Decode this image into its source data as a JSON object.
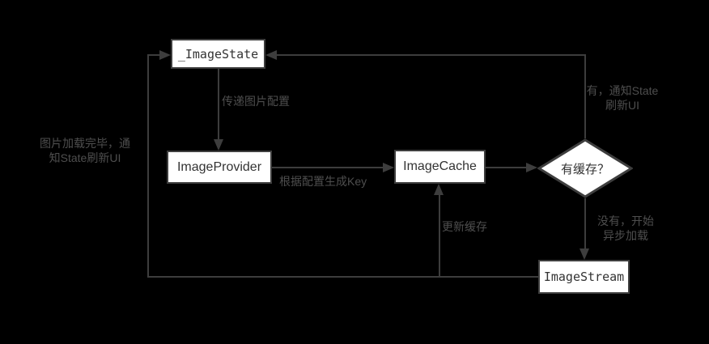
{
  "colors": {
    "background": "#000000",
    "node_fill": "#ffffff",
    "node_border": "#3e3e3e",
    "node_text": "#333333",
    "edge_line": "#3d3d3d",
    "edge_label_text": "#4e4e4e"
  },
  "nodes": {
    "image_state": {
      "label": "_ImageState"
    },
    "image_provider": {
      "label": "ImageProvider"
    },
    "image_cache": {
      "label": "ImageCache"
    },
    "has_cache": {
      "label": "有缓存？"
    },
    "image_stream": {
      "label": "ImageStream"
    }
  },
  "edge_labels": {
    "pass_config": "传递图片配置",
    "generate_key": "根据配置生成Key",
    "cache_hit_line1": "有，通知State",
    "cache_hit_line2": "刷新UI",
    "cache_miss_line1": "没有，开始",
    "cache_miss_line2": "异步加载",
    "update_cache": "更新缓存",
    "load_complete_line1": "图片加载完毕，通",
    "load_complete_line2": "知State刷新UI"
  }
}
